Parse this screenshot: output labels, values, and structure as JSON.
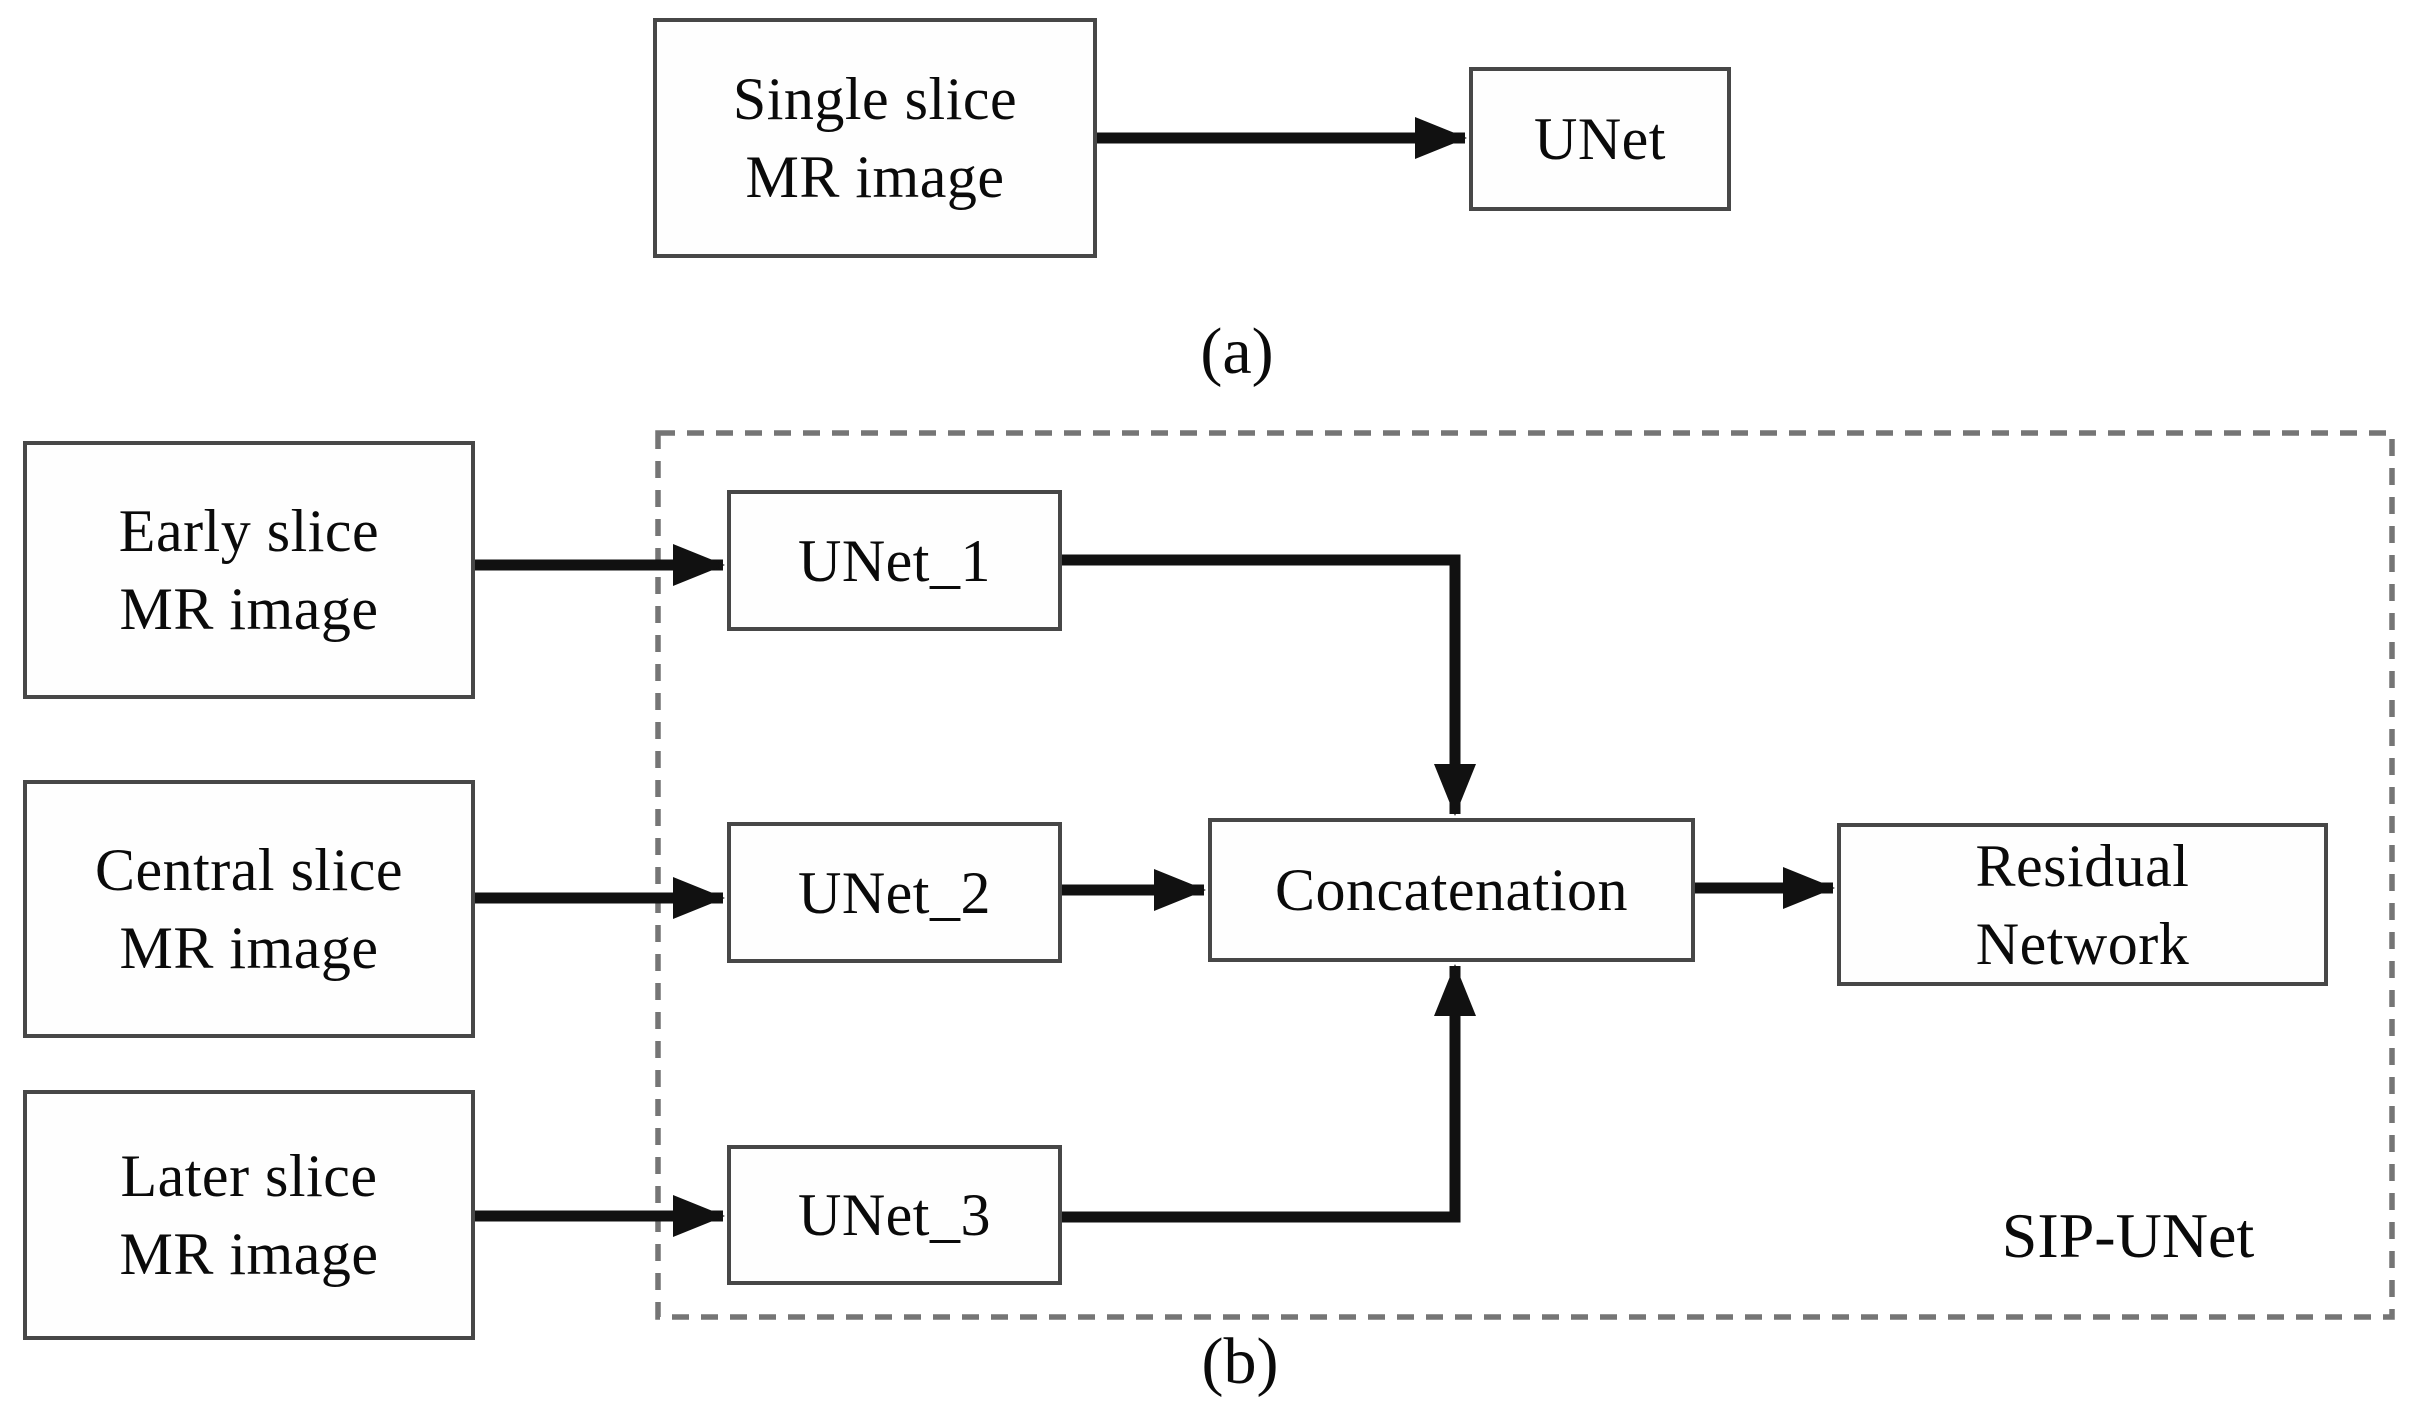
{
  "panel_a": {
    "input_box": {
      "line1": "Single slice",
      "line2": "MR image"
    },
    "unet_label": "UNet",
    "caption": "(a)"
  },
  "panel_b": {
    "inputs": [
      {
        "line1": "Early slice",
        "line2": "MR image"
      },
      {
        "line1": "Central slice",
        "line2": "MR image"
      },
      {
        "line1": "Later slice",
        "line2": "MR image"
      }
    ],
    "unet1_label": "UNet_1",
    "unet2_label": "UNet_2",
    "unet3_label": "UNet_3",
    "concatenation_label": "Concatenation",
    "residual_box": {
      "line1": "Residual",
      "line2": "Network"
    },
    "group_label": "SIP-UNet",
    "caption": "(b)"
  },
  "colors": {
    "background": "#ffffff",
    "box_fill": "#fefefe",
    "box_border": "#474747",
    "dashed_boundary": "#757575",
    "arrow": "#111111",
    "text": "#0a0a0a"
  }
}
